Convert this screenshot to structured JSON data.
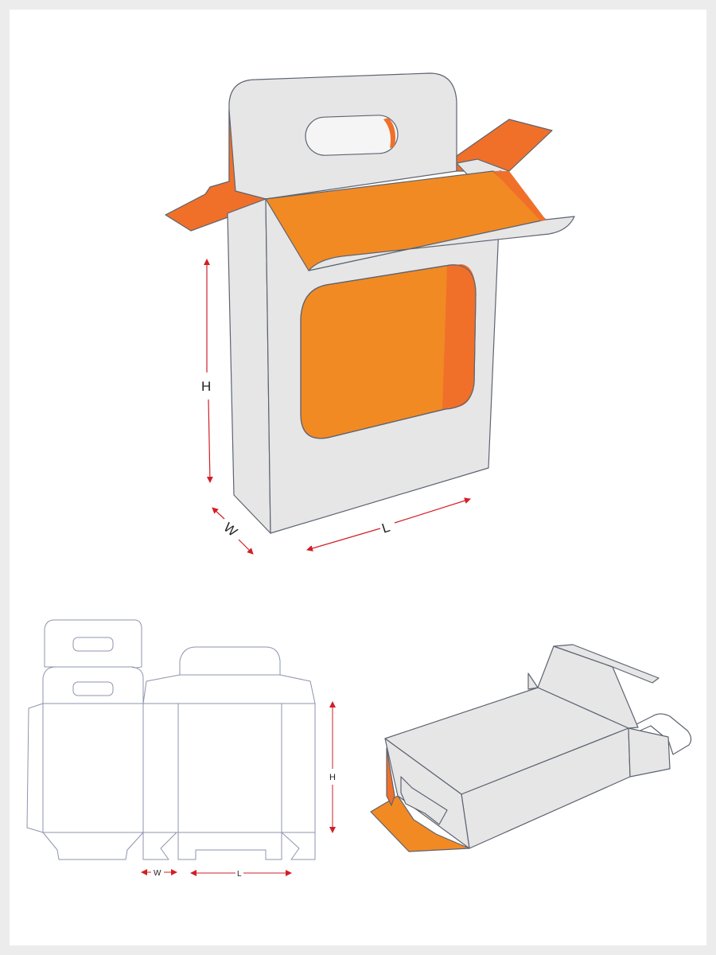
{
  "colors": {
    "page_bg": "#ececec",
    "sheet_bg": "#ffffff",
    "panel_fill": "#e6e6e7",
    "outline": "#5d6470",
    "dieline": "#8e94ad",
    "orange": "#f28a24",
    "orange_dark": "#f0702a",
    "dimension_arrow": "#d21f27"
  },
  "box3d": {
    "label_h": "H",
    "label_w": "W",
    "label_l": "L"
  },
  "dieline": {
    "label_h": "H",
    "label_w": "W",
    "label_l": "L"
  }
}
